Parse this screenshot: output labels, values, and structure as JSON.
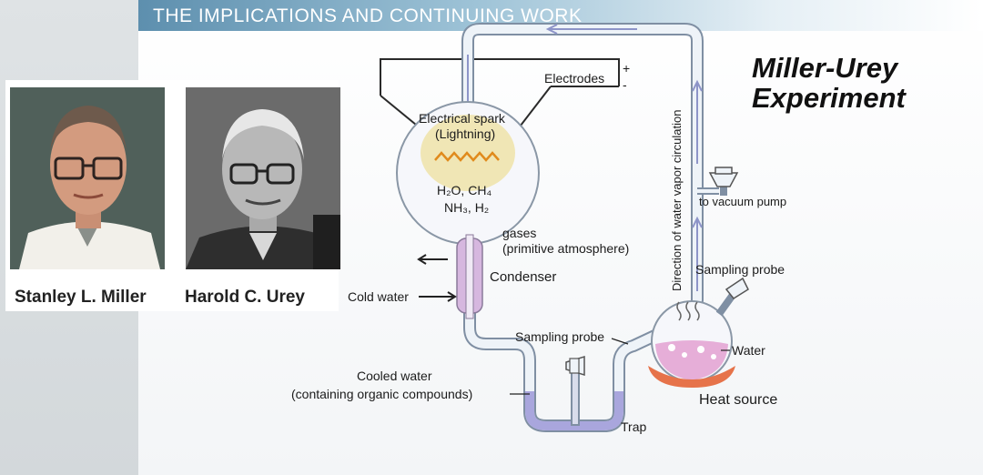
{
  "header": {
    "title": "THE IMPLICATIONS AND CONTINUING WORK"
  },
  "photos": [
    {
      "caption": "Stanley L. Miller"
    },
    {
      "caption": "Harold C. Urey"
    }
  ],
  "diagram": {
    "title_line1": "Miller-Urey",
    "title_line2": "Experiment",
    "labels": {
      "electrodes": "Electrodes",
      "plus": "+",
      "minus": "-",
      "spark_line1": "Electrical spark",
      "spark_line2": "(Lightning)",
      "gases_line1": "H₂O, CH₄",
      "gases_line2": "NH₃, H₂",
      "gases": "gases",
      "primitive_atmosphere": "(primitive atmosphere)",
      "condenser": "Condenser",
      "cold_water": "Cold water",
      "circulation": "Direction of water vapor circulation",
      "vacuum_pump": "to vacuum pump",
      "sampling_probe_right": "Sampling probe",
      "sampling_probe_bottom": "Sampling probe",
      "water": "Water",
      "heat_source": "Heat source",
      "cooled_water_line1": "Cooled water",
      "cooled_water_line2": "(containing organic compounds)",
      "trap": "Trap"
    }
  },
  "colors": {
    "tube_fill": "#eef3f8",
    "tube_stroke": "#7f8fa3",
    "flask_glow": "#efe3a8",
    "spark": "#e08a1c",
    "condenser": "#c9a3d4",
    "water": "#e3a1d1",
    "heat": "#e6734a",
    "trap_liquid": "#a9a6dd",
    "arrow": "#8d94c8"
  }
}
